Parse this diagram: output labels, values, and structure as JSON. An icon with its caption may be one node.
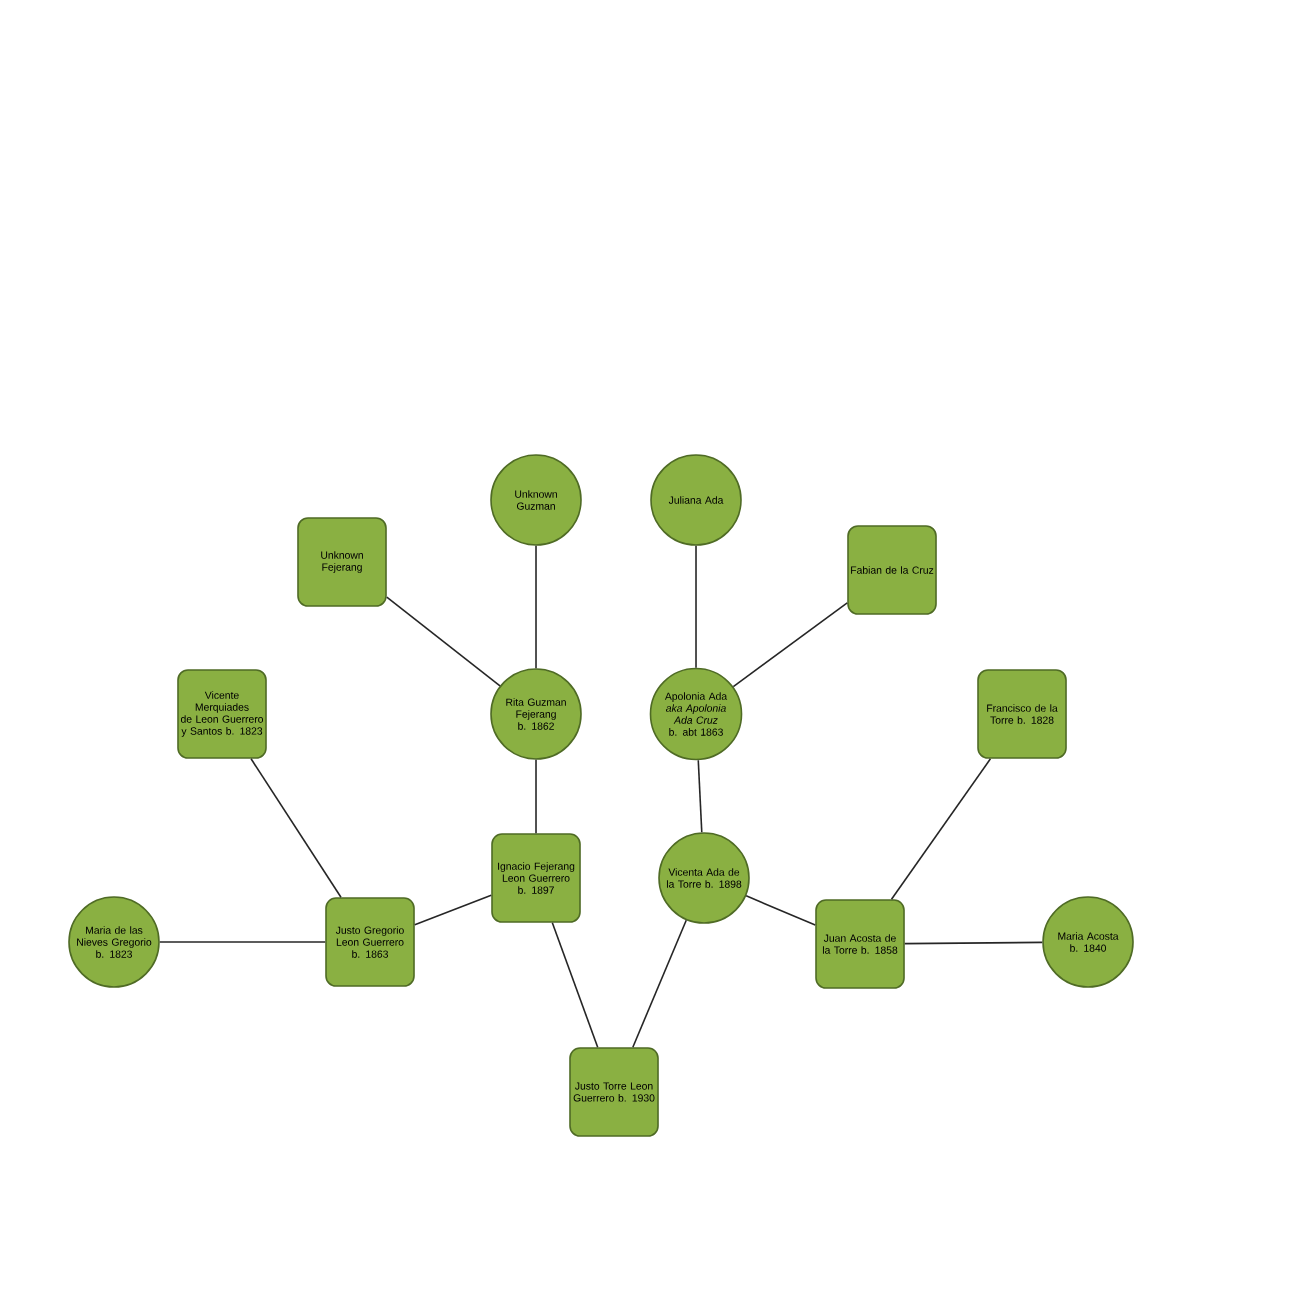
{
  "diagram": {
    "nodes": [
      {
        "text": [
          "Unknown Fejerang"
        ]
      },
      {
        "text": [
          "Unknown Guzman"
        ]
      },
      {
        "text": [
          "Juliana Ada"
        ]
      },
      {
        "text": [
          "Fabian de la Cruz"
        ]
      },
      {
        "text": [
          "Vicente Merquiades de Leon Guerrero y Santos b. 1823"
        ]
      },
      {
        "text": [
          "Rita Guzman Fejerang b. 1862"
        ]
      },
      {
        "text": [
          "Apolonia Ada *aka* *Apolonia Ada Cruz* b. abt 1863"
        ]
      },
      {
        "text": [
          "Francisco de la Torre b. 1828"
        ]
      },
      {
        "text": [
          "Ignacio Fejerang Leon Guerrero b. 1897"
        ]
      },
      {
        "text": [
          "Vicenta Ada de la Torre b. 1898"
        ]
      },
      {
        "text": [
          "Maria de las Nieves Gregorio b. 1823"
        ]
      },
      {
        "text": [
          "Justo Gregorio Leon Guerrero b. 1863"
        ]
      },
      {
        "text": [
          "Juan Acosta de la Torre b. 1858"
        ]
      },
      {
        "text": [
          "Maria Acosta b. 1840"
        ]
      },
      {
        "text": [
          "Justo Torre Leon Guerrero b. 1930"
        ]
      }
    ],
    "edges": [
      {
        "from": 0,
        "to": 5,
        "arrow": "none"
      },
      {
        "from": 1,
        "to": 5,
        "arrow": "none"
      },
      {
        "from": 2,
        "to": 6,
        "arrow": "none"
      },
      {
        "from": 3,
        "to": 6,
        "arrow": "none"
      },
      {
        "from": 4,
        "to": 11,
        "arrow": "none"
      },
      {
        "from": 5,
        "to": 8,
        "arrow": "none"
      },
      {
        "from": 6,
        "to": 9,
        "arrow": "none"
      },
      {
        "from": 7,
        "to": 12,
        "arrow": "none"
      },
      {
        "from": 10,
        "to": 11,
        "arrow": "none"
      },
      {
        "from": 11,
        "to": 8,
        "arrow": "none"
      },
      {
        "from": 9,
        "to": 12,
        "arrow": "none"
      },
      {
        "from": 12,
        "to": 13,
        "arrow": "none"
      },
      {
        "from": 8,
        "to": 14,
        "arrow": "none"
      },
      {
        "from": 9,
        "to": 14,
        "arrow": "none"
      }
    ]
  }
}
